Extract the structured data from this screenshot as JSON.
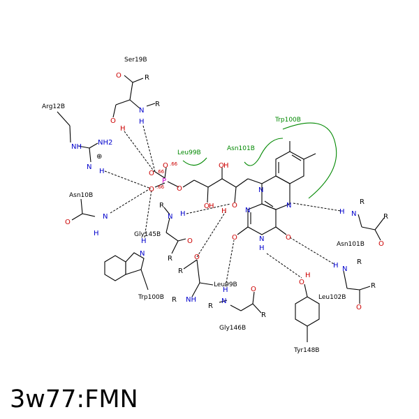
{
  "caption": "3w77:FMN",
  "residues": [
    {
      "id": "ser19b",
      "label": "Ser19B"
    },
    {
      "id": "arg12b",
      "label": "Arg12B"
    },
    {
      "id": "asn10b",
      "label": "Asn10B"
    },
    {
      "id": "gly145b",
      "label": "Gly145B"
    },
    {
      "id": "trp100b-bottom",
      "label": "Trp100B"
    },
    {
      "id": "leu99b-bottom",
      "label": "Leu99B"
    },
    {
      "id": "gly146b",
      "label": "Gly146B"
    },
    {
      "id": "tyr148b",
      "label": "Tyr148B"
    },
    {
      "id": "asn101b-right",
      "label": "Asn101B"
    },
    {
      "id": "leu102b",
      "label": "Leu102B"
    }
  ],
  "hydrophobic": [
    {
      "id": "leu99b-arc",
      "label": "Leu99B"
    },
    {
      "id": "asn101b-arc",
      "label": "Asn101B"
    },
    {
      "id": "trp100b-arc",
      "label": "Trp100B"
    }
  ],
  "atoms": {
    "O": "O",
    "N": "N",
    "H": "H",
    "P": "P",
    "R": "R",
    "NH": "NH",
    "NH2": "NH2",
    "charge_minus": ".66",
    "charge_plus": "⊕"
  }
}
